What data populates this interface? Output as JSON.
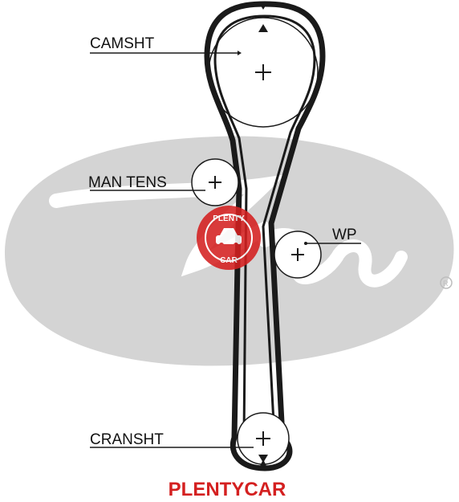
{
  "colors": {
    "background": "#ffffff",
    "belt": "#1a1a1a",
    "logo_gray": "#d4d4d4",
    "brand_red": "#d42020"
  },
  "diagram": {
    "components": {
      "camshaft": "CAMSHT",
      "manual_tensioner": "MAN TENS",
      "water_pump": "WP",
      "crankshaft": "CRANSHT"
    }
  },
  "logo_mark": {
    "top_text": "PLENTY",
    "bottom_text": "CAR",
    "icon": "car-icon"
  },
  "footer": {
    "brand": "PLENTYCAR"
  }
}
